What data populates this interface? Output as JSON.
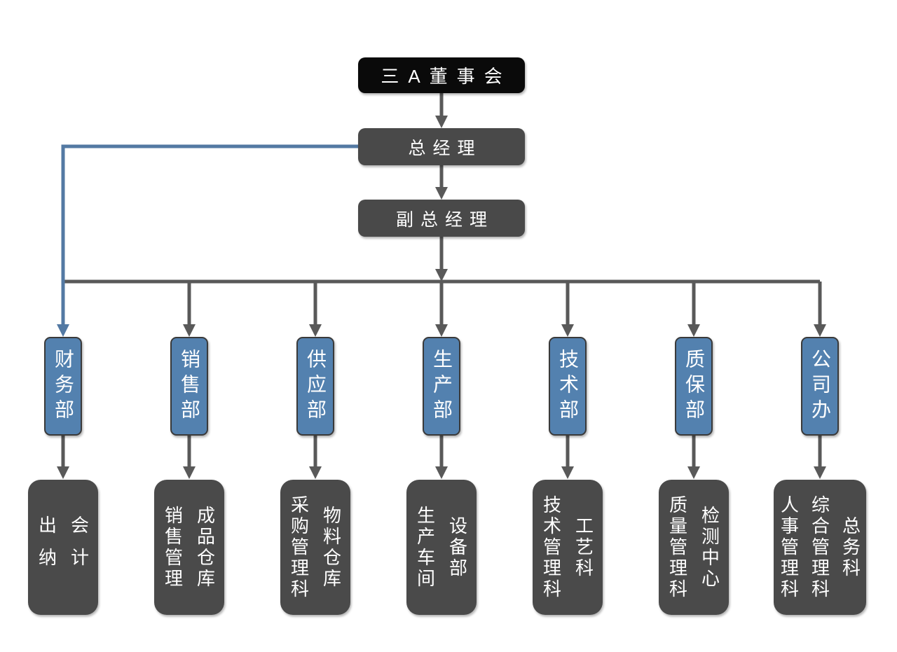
{
  "colors": {
    "canvas-bg": "#ffffff",
    "root-box": "#0a0a0a",
    "manager-box": "#494949",
    "dept-box": "#5381af",
    "dept-border": "#3a3a3a",
    "sub-box": "#4a4a4a",
    "connector": "#595959",
    "blue-connector": "#5379a3",
    "box-text": "#ffffff"
  },
  "org": {
    "board": {
      "label": "三A董事会"
    },
    "general_manager": {
      "label": "总经理"
    },
    "deputy_general_manager": {
      "label": "副总经理"
    },
    "departments": [
      {
        "label": "财务部",
        "subunits": [
          "会计",
          "出纳"
        ]
      },
      {
        "label": "销售部",
        "subunits": [
          "成品仓库",
          "销售管理"
        ]
      },
      {
        "label": "供应部",
        "subunits": [
          "物料仓库",
          "采购管理科"
        ]
      },
      {
        "label": "生产部",
        "subunits": [
          "设备部",
          "生产车间"
        ]
      },
      {
        "label": "技术部",
        "subunits": [
          "工艺科",
          "技术管理科"
        ]
      },
      {
        "label": "质保部",
        "subunits": [
          "检测中心",
          "质量管理科"
        ]
      },
      {
        "label": "公司办",
        "subunits": [
          "总务科",
          "综合管理科",
          "人事管理科"
        ]
      }
    ]
  }
}
